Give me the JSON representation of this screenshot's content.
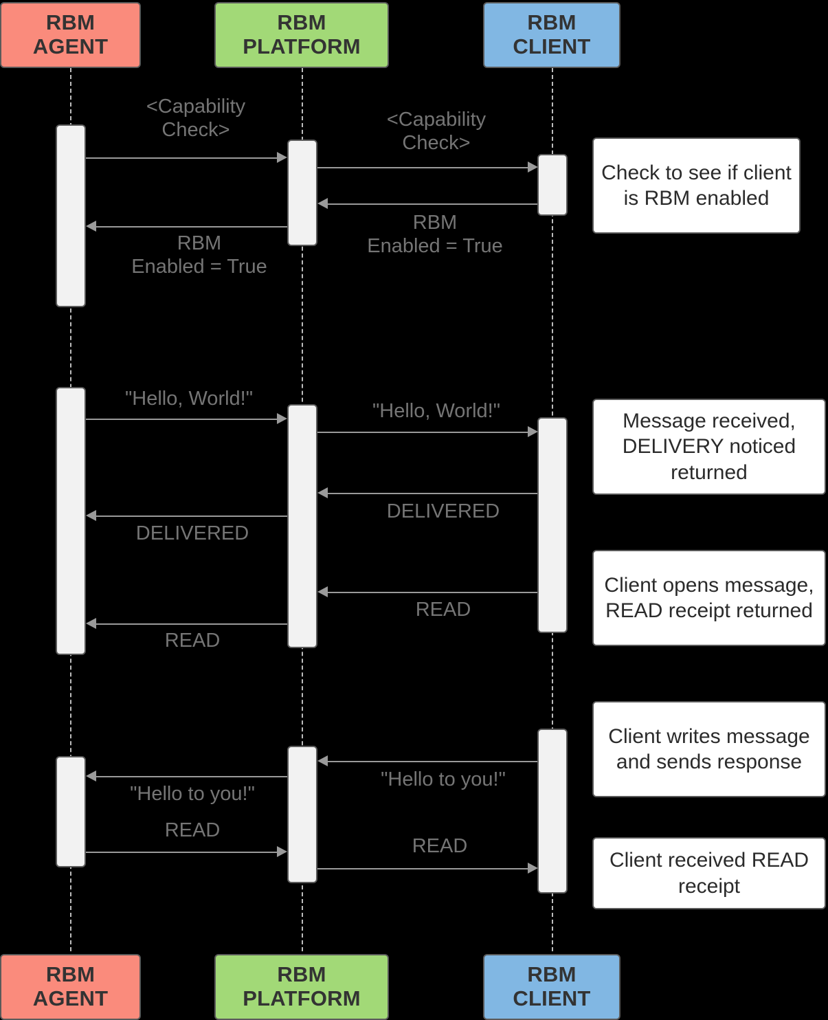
{
  "diagram": {
    "title": "RBM message sequence diagram",
    "type": "sequence-diagram",
    "background": "#000000",
    "colors": {
      "agent": "#fa8b7c",
      "platform": "#a2d977",
      "client": "#81b7e3",
      "activation_fill": "#f2f2f2",
      "border": "#5a5a5a",
      "lifeline": "#bdbdbd",
      "arrow": "#9a9a9a",
      "label_text": "#757575",
      "note_fill": "#ffffff",
      "note_text": "#2b2b2b"
    }
  },
  "participants": [
    {
      "id": "agent",
      "line1": "RBM",
      "line2": "AGENT"
    },
    {
      "id": "platform",
      "line1": "RBM",
      "line2": "PLATFORM"
    },
    {
      "id": "client",
      "line1": "RBM",
      "line2": "CLIENT"
    }
  ],
  "messages": [
    {
      "id": "m1",
      "from": "agent",
      "to": "platform",
      "label": "<Capability\nCheck>"
    },
    {
      "id": "m2",
      "from": "platform",
      "to": "client",
      "label": "<Capability\nCheck>"
    },
    {
      "id": "m3",
      "from": "client",
      "to": "platform",
      "label": "RBM\nEnabled = True"
    },
    {
      "id": "m4",
      "from": "platform",
      "to": "agent",
      "label": "RBM\nEnabled = True"
    },
    {
      "id": "m5",
      "from": "agent",
      "to": "platform",
      "label": "\"Hello, World!\""
    },
    {
      "id": "m6",
      "from": "platform",
      "to": "client",
      "label": "\"Hello, World!\""
    },
    {
      "id": "m7",
      "from": "client",
      "to": "platform",
      "label": "DELIVERED"
    },
    {
      "id": "m8",
      "from": "platform",
      "to": "agent",
      "label": "DELIVERED"
    },
    {
      "id": "m9",
      "from": "client",
      "to": "platform",
      "label": "READ"
    },
    {
      "id": "m10",
      "from": "platform",
      "to": "agent",
      "label": "READ"
    },
    {
      "id": "m11",
      "from": "client",
      "to": "platform",
      "label": "\"Hello to you!\""
    },
    {
      "id": "m12",
      "from": "platform",
      "to": "agent",
      "label": "\"Hello to you!\""
    },
    {
      "id": "m13",
      "from": "agent",
      "to": "platform",
      "label": "READ"
    },
    {
      "id": "m14",
      "from": "platform",
      "to": "client",
      "label": "READ"
    }
  ],
  "notes": [
    {
      "id": "n1",
      "text": "Check to see if client is RBM enabled"
    },
    {
      "id": "n2",
      "text": "Message received, DELIVERY noticed returned"
    },
    {
      "id": "n3",
      "text": "Client opens message, READ receipt returned"
    },
    {
      "id": "n4",
      "text": "Client writes message and sends response"
    },
    {
      "id": "n5",
      "text": "Client received READ receipt"
    }
  ]
}
